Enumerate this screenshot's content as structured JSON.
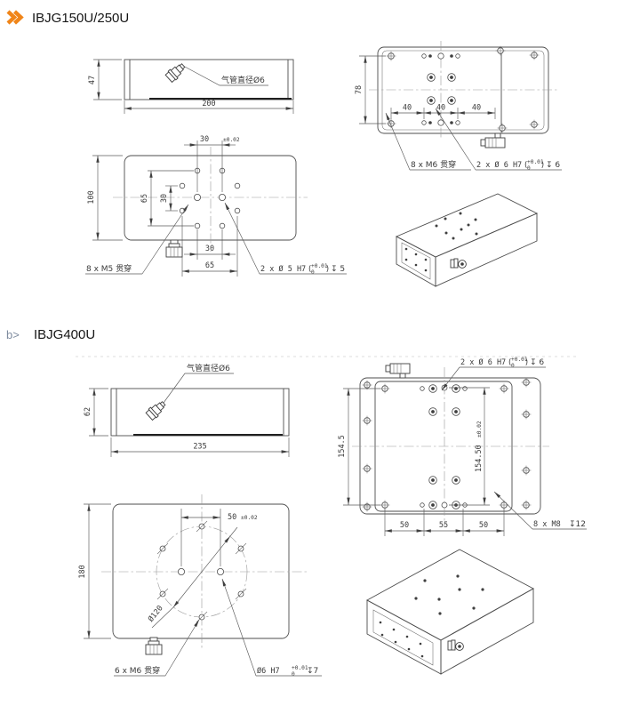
{
  "page": {
    "bg": "#ffffff",
    "accent": "#f08519"
  },
  "s1": {
    "title": "IBJG150U/250U",
    "side": {
      "h": "47",
      "w": "200",
      "air": "气管直径Ø6"
    },
    "bottom": {
      "h": "100",
      "top_pitch": "30",
      "top_tol": "±0.02",
      "left_outer": "65",
      "left_inner": "30",
      "bot_inner": "30",
      "bot_outer": "65",
      "thread": "8 x M5 贯穿",
      "pin_prefix": "2 x Ø 5 H7",
      "paren_l": "(",
      "tol_u": "+0.01",
      "tol_l": "0",
      "paren_r": ")",
      "depth": "↧ 5"
    },
    "top": {
      "h": "78",
      "p1": "40",
      "p2": "40",
      "p3": "40",
      "thread": "8 x M6 贯穿",
      "pin_prefix": "2 x Ø 6 H7",
      "paren_l": "(",
      "tol_u": "+0.01",
      "tol_l": "0",
      "paren_r": ")",
      "depth": "↧ 6"
    }
  },
  "s2": {
    "badge": "b>",
    "title": "IBJG400U",
    "side": {
      "h": "62",
      "w": "235",
      "air": "气管直径Ø6"
    },
    "bottom": {
      "h": "180",
      "pitch": "50",
      "pitch_tol": "±0.02",
      "bolt_circle": "Ø120",
      "thread": "6 x M6 贯穿",
      "pin_prefix": "Ø6 H7",
      "tol_u": "+0.01",
      "tol_l": "0",
      "depth": "↧7"
    },
    "top": {
      "h": "154.5",
      "inner": "154.50",
      "inner_tol": "±0.02",
      "p1": "50",
      "p2": "55",
      "p3": "50",
      "pin_prefix": "2 x Ø 6 H7",
      "paren_l": "(",
      "tol_u": "+0.01",
      "tol_l": "0",
      "paren_r": ")",
      "depth": "↧ 6",
      "thread_prefix": "8 x M8",
      "thread_depth": "↧12"
    }
  }
}
